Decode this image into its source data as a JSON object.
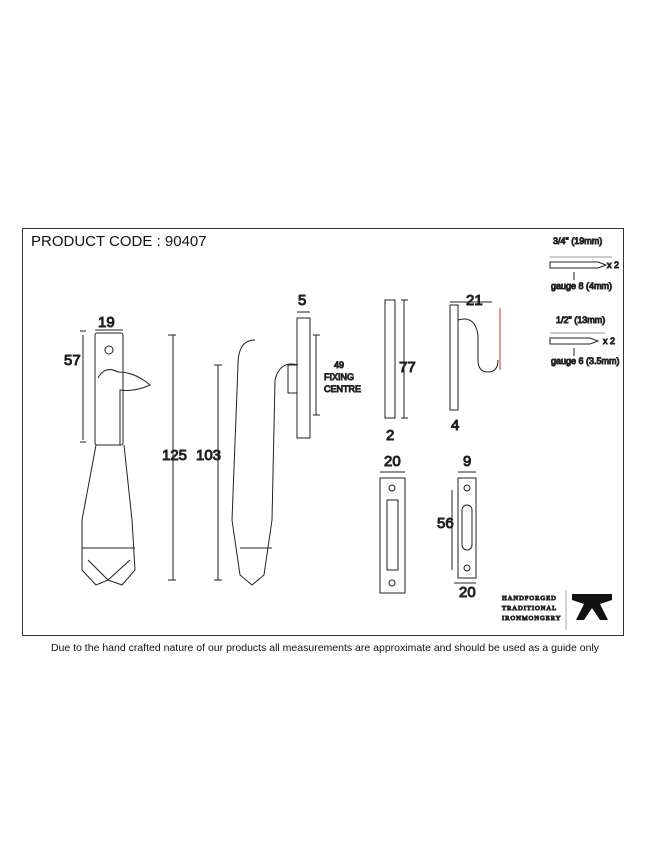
{
  "product_code": "PRODUCT CODE : 90407",
  "footer": "Due to the hand crafted nature of our products all measurements are approximate and should be used as a guide only",
  "dims": {
    "front_width": "19",
    "front_hole": "57",
    "front_height": "125",
    "side_height": "103",
    "rose_thick": "5",
    "fixing_value": "49",
    "fixing_label1": "FIXING",
    "fixing_label2": "CENTRE",
    "keep_height": "77",
    "keep_thick": "2",
    "hook_width": "21",
    "hook_thick": "4",
    "keep2_width": "20",
    "keep3_width": "9",
    "keep3_height": "56",
    "keep3_base": "20"
  },
  "screws": [
    {
      "length": "3/4\" (19mm)",
      "qty": "x 2",
      "gauge": "gauge 8 (4mm)"
    },
    {
      "length": "1/2\" (13mm)",
      "qty": "x 2",
      "gauge": "gauge 6 (3.5mm)"
    }
  ],
  "logo": {
    "line1": "HANDFORGED",
    "line2": "TRADITIONAL",
    "line3": "IRONMONGERY"
  }
}
